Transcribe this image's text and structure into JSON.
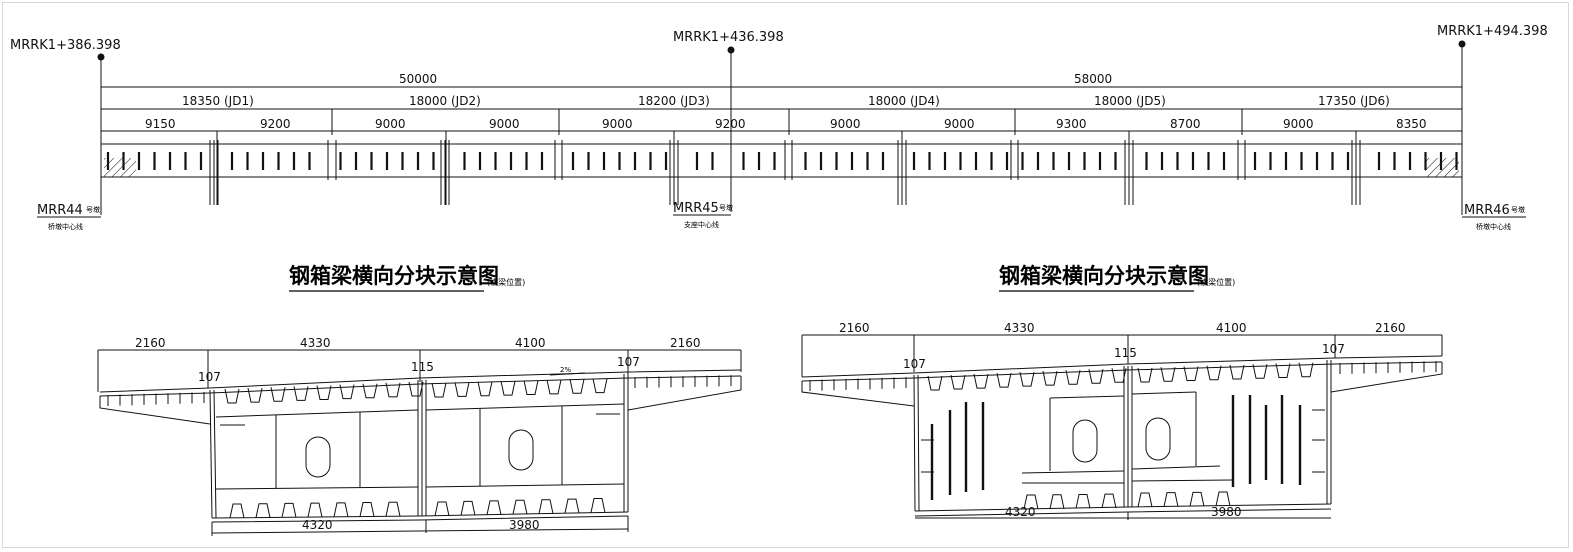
{
  "stations": {
    "left": "MRRK1+386.398",
    "mid": "MRRK1+436.398",
    "right": "MRRK1+494.398"
  },
  "spans": [
    "50000",
    "58000"
  ],
  "segments": [
    "18350 (JD1)",
    "18000 (JD2)",
    "18200 (JD3)",
    "18000 (JD4)",
    "18000 (JD5)",
    "17350 (JD6)"
  ],
  "sub_segments": [
    "9150",
    "9200",
    "9000",
    "9000",
    "9000",
    "9200",
    "9000",
    "9000",
    "9300",
    "8700",
    "9000",
    "8350"
  ],
  "piers": {
    "left": {
      "name": "MRR44",
      "suffix": "号墩",
      "note": "桥墩中心线"
    },
    "mid": {
      "name": "MRR45",
      "suffix": "号墩",
      "note": "支座中心线"
    },
    "right": {
      "name": "MRR46",
      "suffix": "号墩",
      "note": "桥墩中心线"
    }
  },
  "sections": [
    {
      "title": "钢箱梁横向分块示意图",
      "subtitle": "(横梁位置)",
      "top_dims": [
        "2160",
        "4330",
        "4100",
        "2160"
      ],
      "small_dims": [
        "107",
        "115",
        "107"
      ],
      "slope": "2%",
      "bottom_dims": [
        "4320",
        "3980"
      ]
    },
    {
      "title": "钢箱梁横向分块示意图",
      "subtitle": "(横梁位置)",
      "top_dims": [
        "2160",
        "4330",
        "4100",
        "2160"
      ],
      "small_dims": [
        "107",
        "115",
        "107"
      ],
      "bottom_dims": [
        "4320",
        "3980"
      ]
    }
  ],
  "colors": {
    "line": "#111111",
    "frame": "#d8d8d8"
  }
}
